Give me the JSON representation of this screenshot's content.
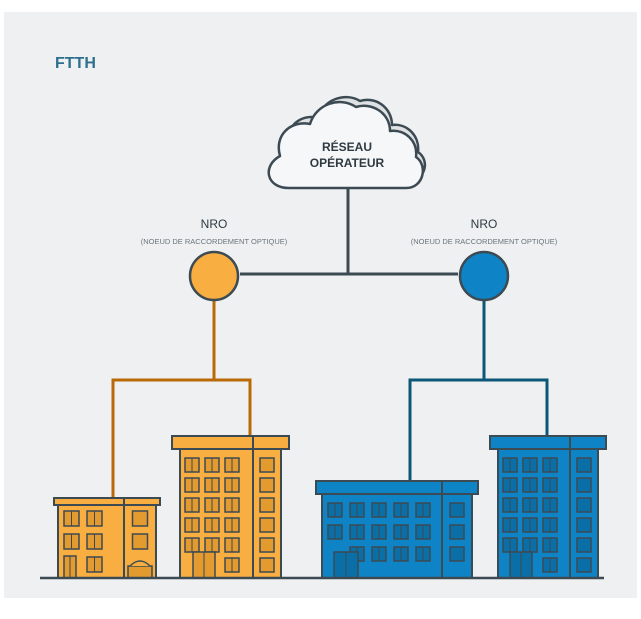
{
  "title": "FTTH",
  "cloud": {
    "line1": "RÉSEAU",
    "line2": "OPÉRATEUR"
  },
  "nodes": [
    {
      "label": "NRO",
      "sublabel": "(NOEUD DE RACCORDEMENT OPTIQUE)",
      "color": "#F9AE41"
    },
    {
      "label": "NRO",
      "sublabel": "(NOEUD DE RACCORDEMENT OPTIQUE)",
      "color": "#0E84C6"
    }
  ],
  "colors": {
    "background": "#EEF0F1",
    "title": "#2D6F8F",
    "outline": "#3C4A53",
    "orange": "#F9AE41",
    "orange_dark": "#B96A06",
    "orange_shade": "#E39A2E",
    "blue": "#0E84C6",
    "blue_dark": "#0C5678",
    "blue_shade": "#0A6FA6",
    "cloud_front": "#F6F7F8",
    "cloud_back": "#DFE2E4"
  },
  "icons": {
    "cloud": "cloud-icon",
    "building": "building-icon"
  }
}
